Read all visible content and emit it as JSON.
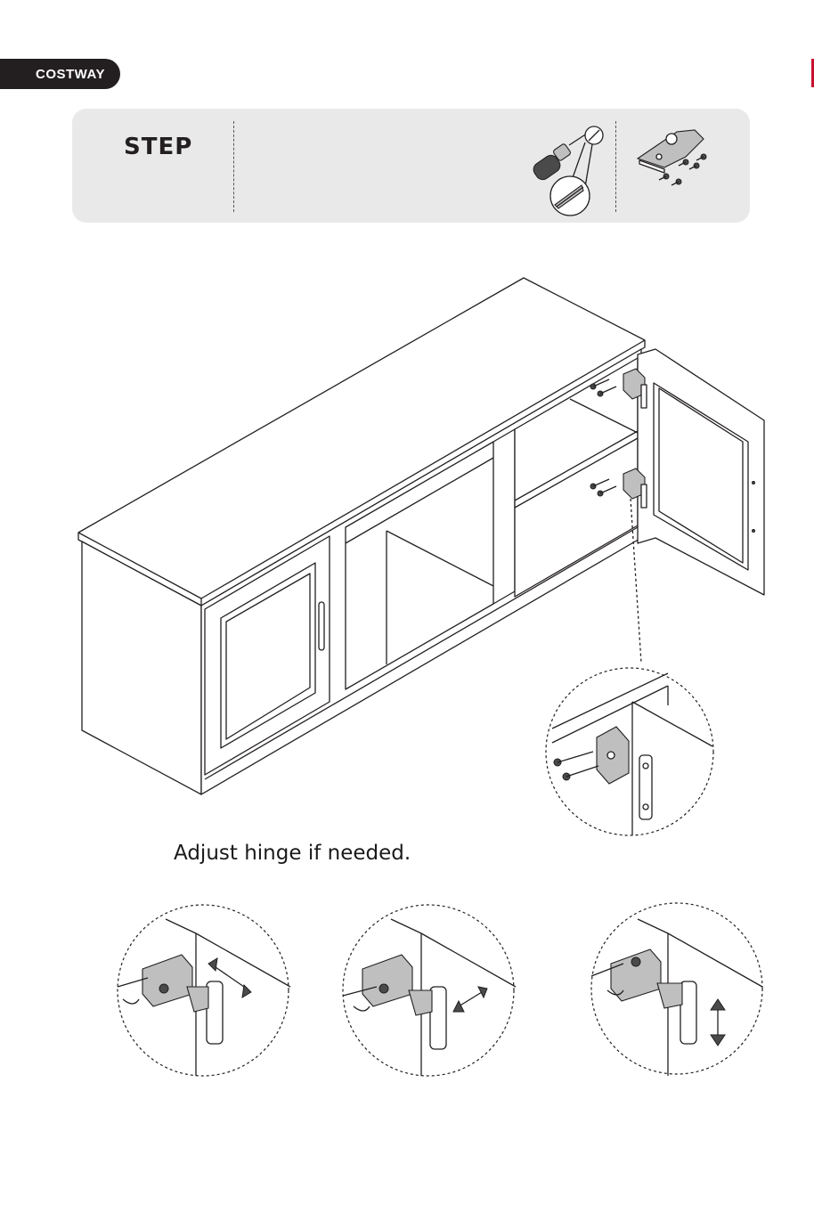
{
  "brand": {
    "name": "COSTWAY"
  },
  "step": {
    "label": "STEP"
  },
  "tools": [
    {
      "icon": "screwdriver-icon"
    },
    {
      "icon": "hinge-parts-icon"
    }
  ],
  "instruction": {
    "text": "Adjust hinge if needed."
  },
  "adjustments": [
    {
      "icon": "horizontal-adjust-icon"
    },
    {
      "icon": "depth-adjust-icon"
    },
    {
      "icon": "vertical-adjust-icon"
    }
  ],
  "colors": {
    "brand_bg": "#231f20",
    "panel_bg": "#e9e9e9",
    "accent": "#c8102e"
  }
}
